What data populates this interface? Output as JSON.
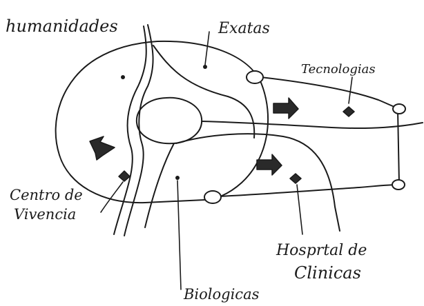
{
  "labels": {
    "humanidades": "humanidades",
    "exatas": "Exatas",
    "tecnologias": "Tecnologias",
    "centro_line1": "Centro de",
    "centro_line2": "Vivencia",
    "hospital_line1": "Hosprtal de",
    "hospital_line2": "Clinicas",
    "biologicas": "Biologicas"
  },
  "colors": {
    "ink": "#1a1a1a",
    "paper": "#ffffff"
  }
}
